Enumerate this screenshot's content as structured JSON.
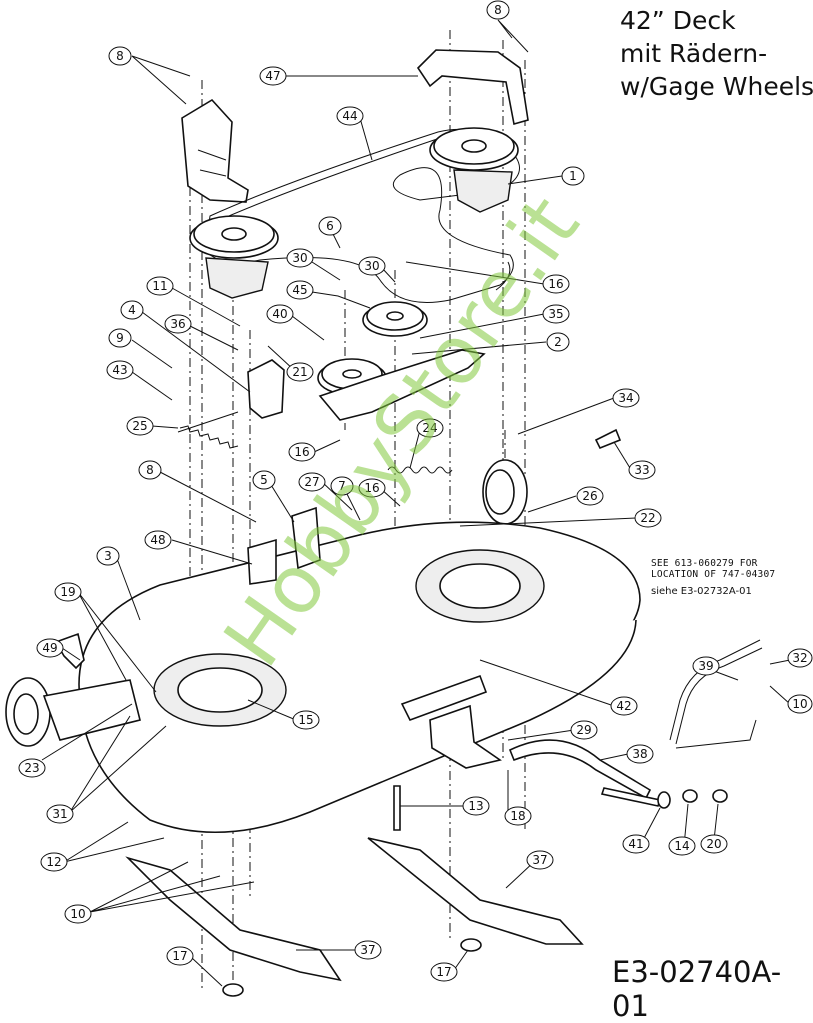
{
  "title": {
    "line1": "42” Deck",
    "line2": "mit Rädern-",
    "line3": "w/Gage Wheels"
  },
  "note": {
    "line1": "SEE 613-060279 FOR",
    "line2": "LOCATION OF 747-04307",
    "line3": "siehe E3-02732A-01"
  },
  "diagram_code": "E3-02740A-01",
  "watermark": "HobbyStore.it",
  "callouts": [
    "8",
    "8",
    "47",
    "44",
    "1",
    "6",
    "30",
    "30",
    "16",
    "11",
    "4",
    "36",
    "45",
    "40",
    "35",
    "2",
    "9",
    "43",
    "21",
    "25",
    "16",
    "34",
    "33",
    "24",
    "8",
    "5",
    "27",
    "7",
    "16",
    "26",
    "22",
    "48",
    "3",
    "19",
    "49",
    "23",
    "31",
    "15",
    "42",
    "29",
    "38",
    "13",
    "18",
    "41",
    "14",
    "20",
    "12",
    "10",
    "37",
    "17",
    "17",
    "37",
    "32",
    "39",
    "10"
  ]
}
